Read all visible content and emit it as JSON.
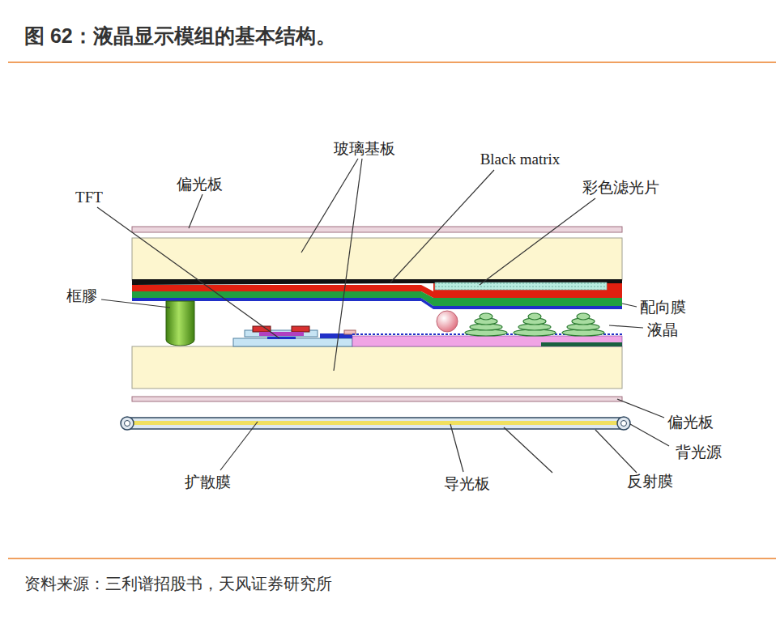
{
  "diagram": {
    "title": "图 62：液晶显示模组的基本结构。",
    "caption": "资料来源：三利谱招股书，天风证券研究所",
    "labels": [
      "玻璃基板",
      "Black matrix",
      "TFT",
      "偏光板",
      "彩色滤光片",
      "框膠",
      "配向膜",
      "液晶",
      "偏光板",
      "背光源",
      "扩散膜",
      "导光板",
      "反射膜"
    ]
  }
}
